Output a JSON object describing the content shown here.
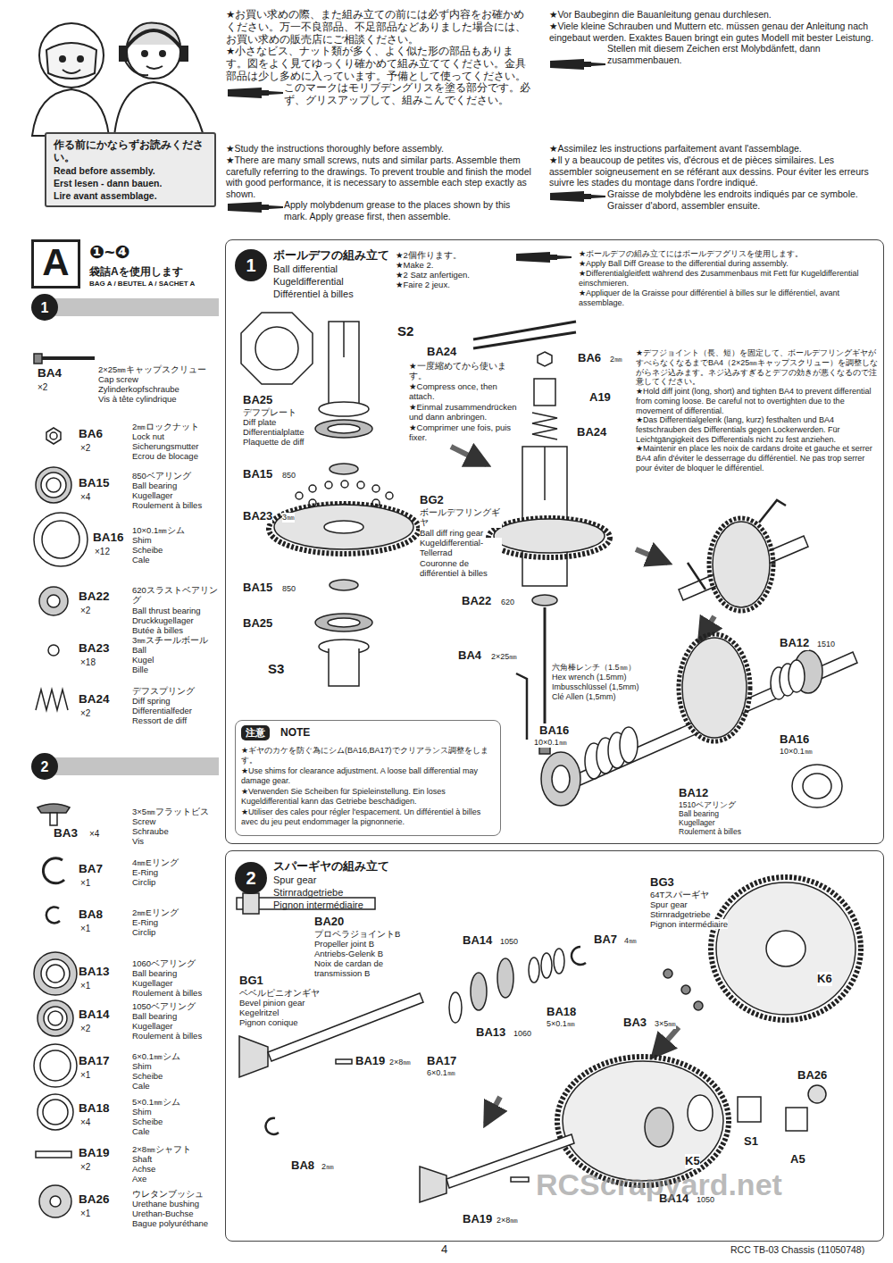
{
  "diagram": {
    "nodes": [
      {
        "text": [
          "作る前にかならずお読みください。",
          "Read before assembly.",
          "Erst lesen - dann bauen.",
          "Lire avant assemblage."
        ]
      },
      {
        "text": [
          "A"
        ]
      },
      {
        "text": [
          "1"
        ]
      },
      {
        "text": [
          "2"
        ]
      },
      {
        "text": [
          "ボールデフの組み立て",
          "Ball differential",
          "Kugeldifferential",
          "Différentiel à billes"
        ]
      },
      {
        "text": [
          "1"
        ],
        "in": 4
      },
      {
        "text": [
          "注意",
          "NOTE",
          "★ギヤのカケを防ぐ為にシム(BA16,BA17)でクリアランス調整をします。",
          "★Use shims for clearance adjustment. A loose ball differential may damage gear.",
          "★Verwenden Sie Scheiben für Spieleinstellung. Ein loses Kugeldifferential kann das Getriebe beschädigen.",
          "★Utiliser des cales pour régler l'espacement. Un différentiel à billes avec du jeu peut endommager la pignonnerie."
        ],
        "in": 4
      },
      {
        "text": [
          "スパーギヤの組み立て",
          "Spur gear",
          "Stirnradgetriebe",
          "Pignon intermédiaire"
        ]
      },
      {
        "text": [
          "2"
        ],
        "in": 7
      }
    ],
    "labels": [
      "★お買い求めの際、また組み立ての前には必ず内容をお確かめください。万一不良部品、不足部品などありました場合には、お買い求めの販売店にご相談ください。",
      "★小さなビス、ナット類が多く、よく似た形の部品もあります。図をよく見てゆっくり確かめて組み立ててください。金具部品は少し多めに入っています。予備として使ってください。",
      "このマークはモリブデングリスを塗る部分です。必ず、グリスアップして、組みこんでください。",
      "★Study the instructions thoroughly before assembly.",
      "★There are many small screws, nuts and similar parts. Assemble them carefully referring to the drawings. To prevent trouble and finish the model with good performance, it is necessary to assemble each step exactly as shown.",
      "Apply molybdenum grease to the places shown by this mark. Apply grease first, then assemble.",
      "★Vor Baubeginn die Bauanleitung genau durchlesen.",
      "★Viele kleine Schrauben und Muttern etc. müssen genau der Anleitung nach eingebaut werden. Exaktes Bauen bringt ein gutes Modell mit bester Leistung.",
      "Stellen mit diesem Zeichen erst Molybdänfett, dann zusammenbauen.",
      "★Assimilez les instructions parfaitement avant l'assemblage.",
      "★Il y a beaucoup de petites vis, d'écrous et de pièces similaires. Les assembler soigneusement en se référant aux dessins. Pour éviter les erreurs suivre les stades du montage dans l'ordre indiqué.",
      "Graisse de molybdène les endroits indiqués par ce symbole. Graisser d'abord, assembler ensuite.",
      "❶~❹",
      "袋詰Aを使用します",
      "BAG A / BEUTEL A / SACHET A",
      "BA4",
      "×2",
      "2×25㎜キャップスクリュー",
      "Cap screw",
      "Zylinderkopfschraube",
      "Vis à tête cylindrique",
      "BA6",
      "×2",
      "2㎜ロックナット",
      "Lock nut",
      "Sicherungsmutter",
      "Ecrou de blocage",
      "BA15",
      "×4",
      "850ベアリング",
      "Ball bearing",
      "Kugellager",
      "Roulement à billes",
      "BA16",
      "×12",
      "10×0.1㎜シム",
      "Shim",
      "Scheibe",
      "Cale",
      "BA22",
      "×2",
      "620スラストベアリング",
      "Ball thrust bearing",
      "Druckkugellager",
      "Butée à billes",
      "BA23",
      "×18",
      "3㎜スチールボール",
      "Ball",
      "Kugel",
      "Bille",
      "BA24",
      "×2",
      "デフスプリング",
      "Diff spring",
      "Differentialfeder",
      "Ressort de diff",
      "BA3",
      "×4",
      "3×5㎜フラットビス",
      "Screw",
      "Schraube",
      "Vis",
      "BA7",
      "×1",
      "4㎜Eリング",
      "E-Ring",
      "Circlip",
      "BA8",
      "×1",
      "2㎜Eリング",
      "E-Ring",
      "Circlip",
      "BA13",
      "×1",
      "1060ベアリング",
      "Ball bearing",
      "Kugellager",
      "Roulement à billes",
      "BA14",
      "×2",
      "1050ベアリング",
      "Ball bearing",
      "Kugellager",
      "Roulement à billes",
      "BA17",
      "×1",
      "6×0.1㎜シム",
      "Shim",
      "Scheibe",
      "Cale",
      "BA18",
      "×4",
      "5×0.1㎜シム",
      "Shim",
      "Scheibe",
      "Cale",
      "BA19",
      "×2",
      "2×8㎜シャフト",
      "Shaft",
      "Achse",
      "Axe",
      "BA26",
      "×1",
      "ウレタンブッシュ",
      "Urethane bushing",
      "Urethan-Buchse",
      "Bague polyuréthane",
      "★2個作ります。",
      "★Make 2.",
      "★2 Satz anfertigen.",
      "★Faire 2 jeux.",
      "★ボールデフの組み立てにはボールデフグリスを使用します。",
      "★Apply Ball Diff Grease to the differential during assembly.",
      "★Differentialgleitfett während des Zusammenbaus mit Fett für Kugeldifferential einschmieren.",
      "★Appliquer de la Graisse pour différentiel à billes sur le différentiel, avant assemblage.",
      "BA24",
      "S2",
      "BA25",
      "デフプレート",
      "Diff plate",
      "Differentialplatte",
      "Plaquette de diff",
      "BA15",
      "850",
      "BA23",
      "3㎜",
      "BG2",
      "ボールデフリングギヤ",
      "Ball diff ring gear",
      "Kugeldifferential-Tellerrad",
      "Couronne de différentiel à billes",
      "BA15",
      "850",
      "BA25",
      "S3",
      "★一度縮めてから使います。",
      "★Compress once, then attach.",
      "★Einmal zusammendrücken und dann anbringen.",
      "★Comprimer une fois, puis fixer.",
      "BA6",
      "2㎜",
      "A19",
      "BA24",
      "BA22",
      "620",
      "BA4",
      "2×25㎜",
      "六角棒レンチ（1.5㎜）",
      "Hex wrench (1.5mm)",
      "Imbusschlüssel (1,5mm)",
      "Clé Allen (1,5mm)",
      "★デフジョイント（長、短）を固定して、ボールデフリングギヤがすべらなくなるまでBA4（2×25㎜キャップスクリュー）を調整しながらネジ込みます。ネジ込みすぎるとデフの効きが悪くなるので注意してください。",
      "★Hold diff joint (long, short) and tighten BA4 to prevent differential from coming loose. Be careful not to overtighten due to the movement of differential.",
      "★Das Differentialgelenk (lang, kurz) festhalten und BA4 festschrauben des Differentials gegen Lockerwerden. Für Leichtgängigkeit des Differentials nicht zu fest anziehen.",
      "★Maintenir en place les noix de cardans droite et gauche et serrer BA4 afin d'éviter le desserrage du différentiel. Ne pas trop serrer pour éviter de bloquer le différentiel.",
      "BA12",
      "1510",
      "BA16",
      "10×0.1㎜",
      "BA16",
      "10×0.1㎜",
      "BA12",
      "1510ベアリング",
      "Ball bearing",
      "Kugellager",
      "Roulement à billes",
      "BA20",
      "プロペラジョイントB",
      "Propeller joint B",
      "Antriebs-Gelenk B",
      "Noix de cardan de transmission B",
      "BG1",
      "ベベルピニオンギヤ",
      "Bevel pinion gear",
      "Kegelritzel",
      "Pignon conique",
      "BA19",
      "2×8㎜",
      "BA8",
      "2㎜",
      "BA17",
      "6×0.1㎜",
      "BA13",
      "1060",
      "BA14",
      "1050",
      "BA18",
      "5×0.1㎜",
      "BA7",
      "4㎜",
      "BG3",
      "64Tスパーギヤ",
      "Spur gear",
      "Stirnradgetriebe",
      "Pignon intermédiaire",
      "BA3",
      "3×5㎜",
      "K6",
      "BA26",
      "S1",
      "A5",
      "K5",
      "BA14",
      "1050",
      "BA19",
      "2×8㎜",
      "4",
      "RCC TB-03 Chassis (11050748)",
      "RCScrapyard.net"
    ]
  }
}
